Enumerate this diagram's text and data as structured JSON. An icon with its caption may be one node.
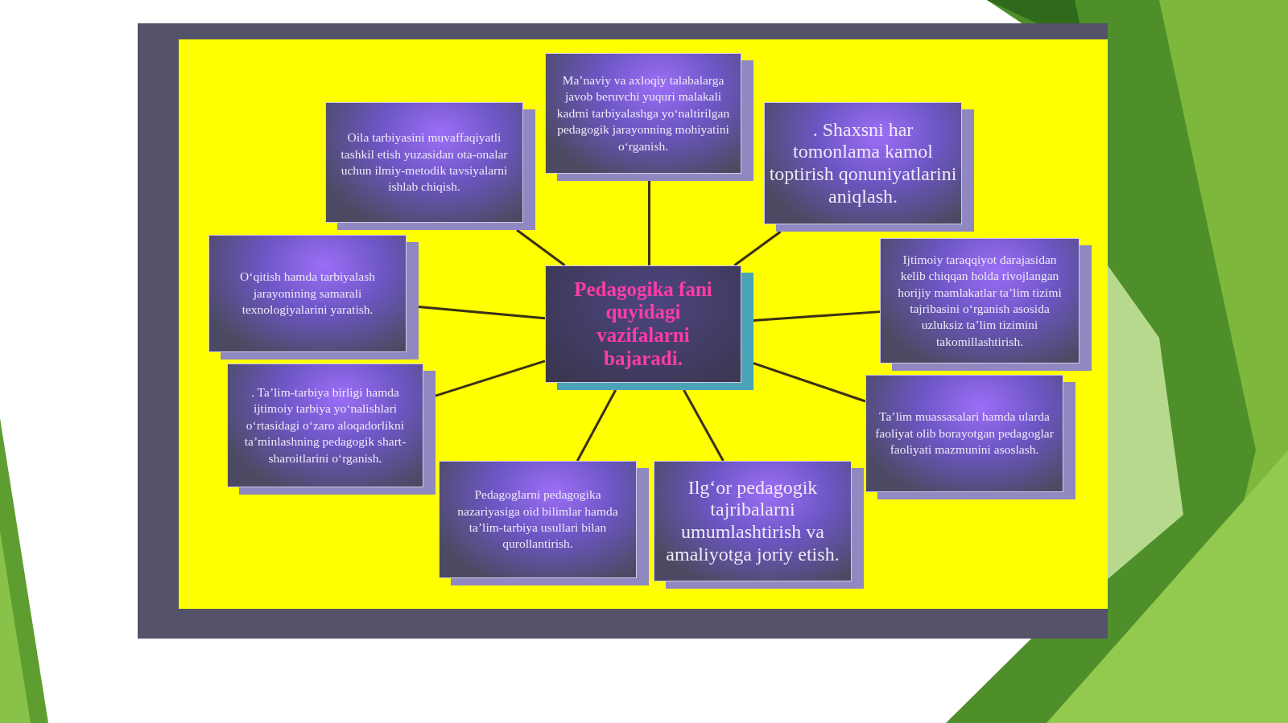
{
  "diagram": {
    "nodes": [
      {
        "text": [
          "Pedagogika fani quyidagi vazifalarni bajaradi."
        ]
      },
      {
        "text": [
          "Maʼnaviy va axloqiy talabalarga javob beruvchi yuquri malakali kadrni tarbiyalashga yoʻnaltirilgan pedagogik jarayonning mohiyatini oʻrganish."
        ]
      },
      {
        "text": [
          ". Shaxsni har tomonlama kamol toptirish qonuniyatlarini aniqlash."
        ]
      },
      {
        "text": [
          "Ijtimoiy taraqqiyot darajasidan kelib chiqqan holda rivojlangan horijiy mamlakatlar taʼlim tizimi tajribasini oʻrganish asosida uzluksiz taʼlim tizimini takomillashtirish."
        ]
      },
      {
        "text": [
          "Taʼlim muassasalari hamda ularda faoliyat olib borayotgan pedagoglar faoliyati mazmunini asoslash."
        ]
      },
      {
        "text": [
          "Ilgʻor pedagogik tajribalarni umumlashtirish va amaliyotga joriy etish."
        ]
      },
      {
        "text": [
          "Pedagoglarni pedagogika nazariyasiga oid bilimlar hamda taʼlim-tarbiya usullari bilan qurollantirish."
        ]
      },
      {
        "text": [
          ". Taʼlim-tarbiya birligi hamda ijtimoiy tarbiya yoʻnalishlari oʻrtasidagi oʻzaro aloqadorlikni taʼminlashning pedagogik shart-sharoitlarini oʻrganish."
        ]
      },
      {
        "text": [
          "Oʻqitish hamda tarbiyalash jarayonining samarali texnologiyalarini yaratish."
        ]
      },
      {
        "text": [
          "Oila tarbiyasini muvaffaqiyatli tashkil etish yuzasidan ota-onalar uchun ilmiy-metodik tavsiyalarni ishlab chiqish."
        ]
      }
    ],
    "edges": [
      {
        "from": 0,
        "to": 1,
        "arrow": "none"
      },
      {
        "from": 0,
        "to": 2,
        "arrow": "none"
      },
      {
        "from": 0,
        "to": 3,
        "arrow": "none"
      },
      {
        "from": 0,
        "to": 4,
        "arrow": "none"
      },
      {
        "from": 0,
        "to": 5,
        "arrow": "none"
      },
      {
        "from": 0,
        "to": 6,
        "arrow": "none"
      },
      {
        "from": 0,
        "to": 7,
        "arrow": "none"
      },
      {
        "from": 0,
        "to": 8,
        "arrow": "none"
      },
      {
        "from": 0,
        "to": 9,
        "arrow": "none"
      }
    ]
  }
}
